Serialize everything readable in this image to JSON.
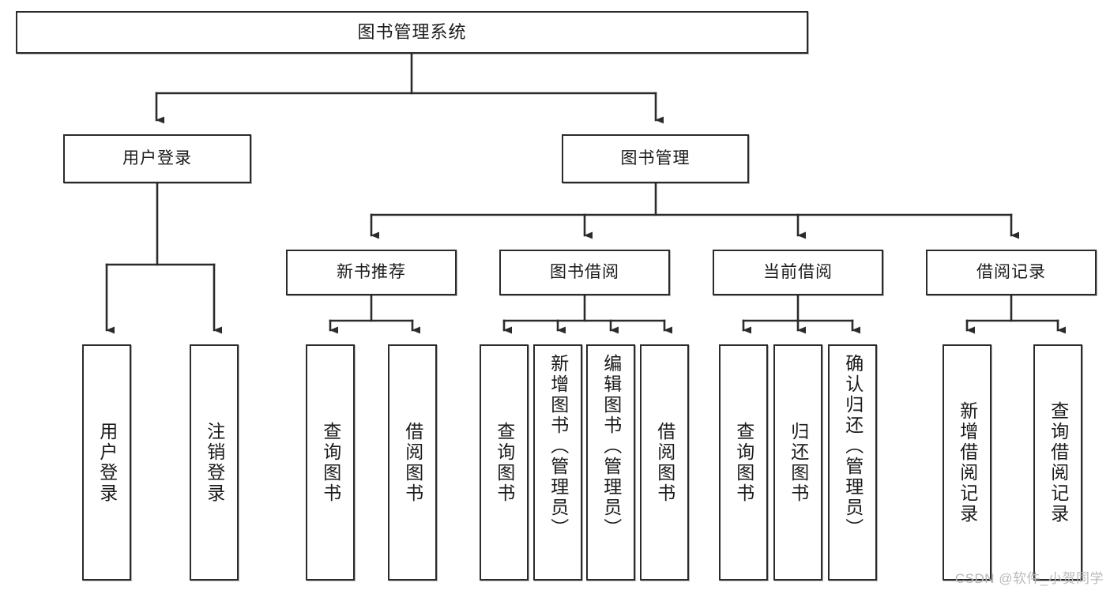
{
  "diagram": {
    "title": "图书管理系统",
    "type": "tree-hierarchy",
    "colors": {
      "box_border": "#2b2b2b",
      "box_fill": "#ffffff",
      "connector": "#2b2b2b",
      "text": "#1a1a1a",
      "watermark": "#b9b9b9"
    },
    "root": {
      "label": "图书管理系统"
    },
    "level2": [
      {
        "id": "user-login",
        "label": "用户登录"
      },
      {
        "id": "book-manage",
        "label": "图书管理"
      }
    ],
    "level3": [
      {
        "id": "new-book-recommend",
        "label": "新书推荐"
      },
      {
        "id": "book-borrow",
        "label": "图书借阅"
      },
      {
        "id": "current-borrow",
        "label": "当前借阅"
      },
      {
        "id": "borrow-record",
        "label": "借阅记录"
      }
    ],
    "leaves": {
      "user_login": [
        {
          "id": "leaf-user-login",
          "label": "用户登录"
        },
        {
          "id": "leaf-logout-login",
          "label": "注销登录"
        }
      ],
      "new_book_recommend": [
        {
          "id": "leaf-query-book-1",
          "label": "查询图书"
        },
        {
          "id": "leaf-borrow-book-1",
          "label": "借阅图书"
        }
      ],
      "book_borrow": [
        {
          "id": "leaf-query-book-2",
          "label": "查询图书"
        },
        {
          "id": "leaf-add-book",
          "label": "新增图书（管理员）"
        },
        {
          "id": "leaf-edit-book",
          "label": "编辑图书（管理员）"
        },
        {
          "id": "leaf-borrow-book-2",
          "label": "借阅图书"
        }
      ],
      "current_borrow": [
        {
          "id": "leaf-query-book-3",
          "label": "查询图书"
        },
        {
          "id": "leaf-return-book",
          "label": "归还图书"
        },
        {
          "id": "leaf-confirm-return",
          "label": "确认归还（管理员）"
        }
      ],
      "borrow_record": [
        {
          "id": "leaf-add-record",
          "label": "新增借阅记录"
        },
        {
          "id": "leaf-query-record",
          "label": "查询借阅记录"
        }
      ]
    },
    "watermark": "CSDN @软件_小贺同学"
  }
}
